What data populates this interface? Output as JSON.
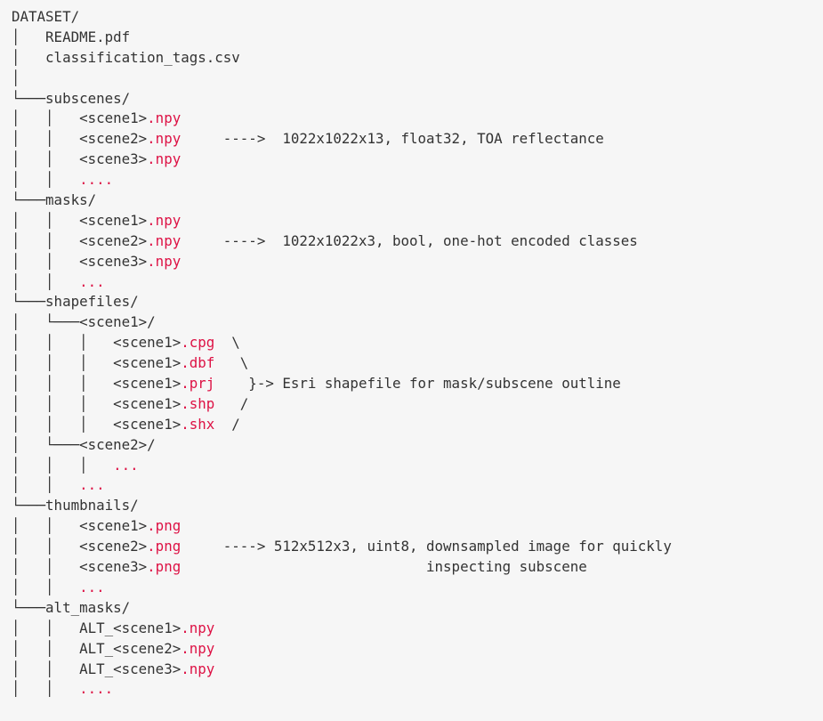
{
  "document": {
    "lines": [
      [
        {
          "t": "DATASET/",
          "c": "t"
        }
      ],
      [
        {
          "t": "│   README.pdf",
          "c": "t"
        }
      ],
      [
        {
          "t": "│   classification_tags.csv",
          "c": "t"
        }
      ],
      [
        {
          "t": "│",
          "c": "t"
        }
      ],
      [
        {
          "t": "└───subscenes/",
          "c": "t"
        }
      ],
      [
        {
          "t": "│   │   <scene1>",
          "c": "t"
        },
        {
          "t": ".npy",
          "c": "r"
        }
      ],
      [
        {
          "t": "│   │   <scene2>",
          "c": "t"
        },
        {
          "t": ".npy",
          "c": "r"
        },
        {
          "t": "     ---->  1022x1022x13, float32, TOA reflectance",
          "c": "t"
        }
      ],
      [
        {
          "t": "│   │   <scene3>",
          "c": "t"
        },
        {
          "t": ".npy",
          "c": "r"
        }
      ],
      [
        {
          "t": "│   │   ",
          "c": "t"
        },
        {
          "t": "....",
          "c": "r"
        }
      ],
      [
        {
          "t": "└───masks/",
          "c": "t"
        }
      ],
      [
        {
          "t": "│   │   <scene1>",
          "c": "t"
        },
        {
          "t": ".npy",
          "c": "r"
        }
      ],
      [
        {
          "t": "│   │   <scene2>",
          "c": "t"
        },
        {
          "t": ".npy",
          "c": "r"
        },
        {
          "t": "     ---->  1022x1022x3, bool, one-hot encoded classes",
          "c": "t"
        }
      ],
      [
        {
          "t": "│   │   <scene3>",
          "c": "t"
        },
        {
          "t": ".npy",
          "c": "r"
        }
      ],
      [
        {
          "t": "│   │   ",
          "c": "t"
        },
        {
          "t": "...",
          "c": "r"
        }
      ],
      [
        {
          "t": "└───shapefiles/",
          "c": "t"
        }
      ],
      [
        {
          "t": "│   └───<scene1>/",
          "c": "t"
        }
      ],
      [
        {
          "t": "│   │   │   <scene1>",
          "c": "t"
        },
        {
          "t": ".cpg",
          "c": "r"
        },
        {
          "t": "  \\",
          "c": "t"
        }
      ],
      [
        {
          "t": "│   │   │   <scene1>",
          "c": "t"
        },
        {
          "t": ".dbf",
          "c": "r"
        },
        {
          "t": "   \\",
          "c": "t"
        }
      ],
      [
        {
          "t": "│   │   │   <scene1>",
          "c": "t"
        },
        {
          "t": ".prj",
          "c": "r"
        },
        {
          "t": "    }-> Esri shapefile for mask/subscene outline",
          "c": "t"
        }
      ],
      [
        {
          "t": "│   │   │   <scene1>",
          "c": "t"
        },
        {
          "t": ".shp",
          "c": "r"
        },
        {
          "t": "   /",
          "c": "t"
        }
      ],
      [
        {
          "t": "│   │   │   <scene1>",
          "c": "t"
        },
        {
          "t": ".shx",
          "c": "r"
        },
        {
          "t": "  /",
          "c": "t"
        }
      ],
      [
        {
          "t": "│   └───<scene2>/",
          "c": "t"
        }
      ],
      [
        {
          "t": "│   │   │   ",
          "c": "t"
        },
        {
          "t": "...",
          "c": "r"
        }
      ],
      [
        {
          "t": "│   │   ",
          "c": "t"
        },
        {
          "t": "...",
          "c": "r"
        }
      ],
      [
        {
          "t": "└───thumbnails/",
          "c": "t"
        }
      ],
      [
        {
          "t": "│   │   <scene1>",
          "c": "t"
        },
        {
          "t": ".png",
          "c": "r"
        }
      ],
      [
        {
          "t": "│   │   <scene2>",
          "c": "t"
        },
        {
          "t": ".png",
          "c": "r"
        },
        {
          "t": "     ----> 512x512x3, uint8, downsampled image for quickly",
          "c": "t"
        }
      ],
      [
        {
          "t": "│   │   <scene3>",
          "c": "t"
        },
        {
          "t": ".png",
          "c": "r"
        },
        {
          "t": "                             inspecting subscene",
          "c": "t"
        }
      ],
      [
        {
          "t": "│   │   ",
          "c": "t"
        },
        {
          "t": "...",
          "c": "r"
        }
      ],
      [
        {
          "t": "└───alt_masks/",
          "c": "t"
        }
      ],
      [
        {
          "t": "│   │   ALT_<scene1>",
          "c": "t"
        },
        {
          "t": ".npy",
          "c": "r"
        }
      ],
      [
        {
          "t": "│   │   ALT_<scene2>",
          "c": "t"
        },
        {
          "t": ".npy",
          "c": "r"
        }
      ],
      [
        {
          "t": "│   │   ALT_<scene3>",
          "c": "t"
        },
        {
          "t": ".npy",
          "c": "r"
        }
      ],
      [
        {
          "t": "│   │   ",
          "c": "t"
        },
        {
          "t": "....",
          "c": "r"
        }
      ]
    ]
  },
  "colors": {
    "background": "#f6f6f6",
    "text": "#333333",
    "extension": "#d14"
  }
}
